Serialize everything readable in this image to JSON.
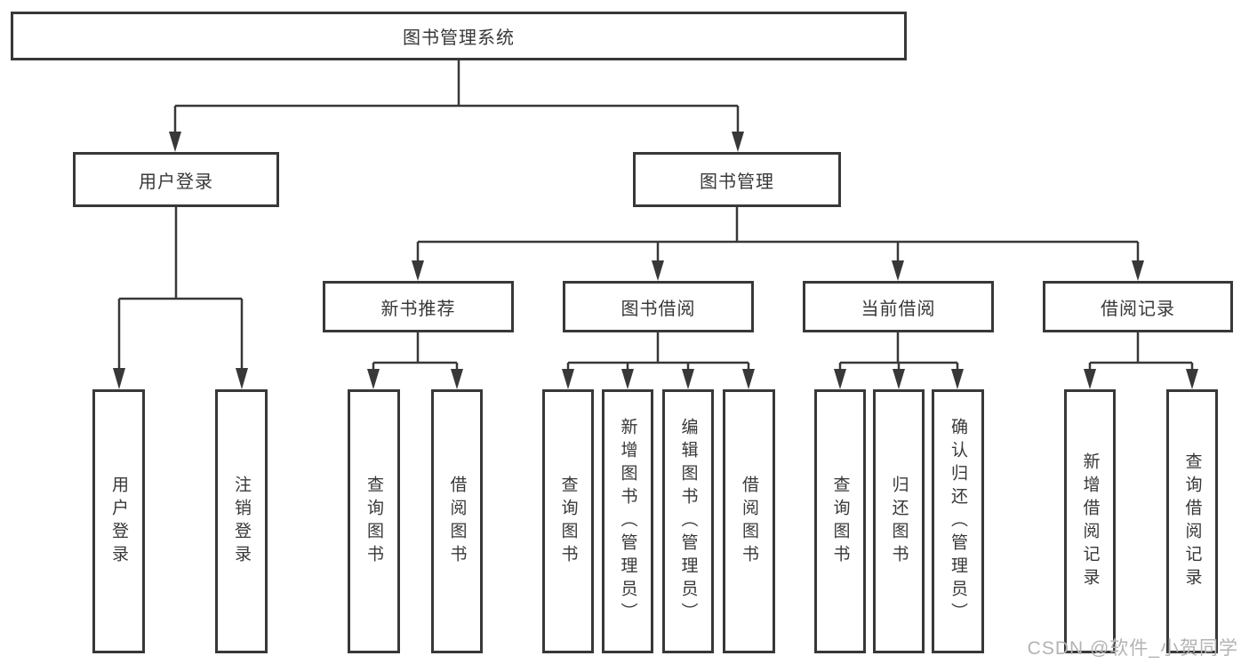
{
  "diagram": {
    "title": "图书管理系统",
    "type": "hierarchy-tree",
    "colors": {
      "line": "#383838",
      "text": "#383838",
      "watermark": "#b3b3b3",
      "background": "#ffffff"
    },
    "root": {
      "label": "图书管理系统"
    },
    "level2": [
      {
        "id": "user-login",
        "label": "用户登录",
        "parent": "root"
      },
      {
        "id": "book-management",
        "label": "图书管理",
        "parent": "root"
      }
    ],
    "level3": [
      {
        "id": "new-book-recommend",
        "label": "新书推荐",
        "parent": "book-management"
      },
      {
        "id": "book-borrowing",
        "label": "图书借阅",
        "parent": "book-management"
      },
      {
        "id": "current-borrowing",
        "label": "当前借阅",
        "parent": "book-management"
      },
      {
        "id": "borrowing-records",
        "label": "借阅记录",
        "parent": "book-management"
      }
    ],
    "level4": [
      {
        "id": "user-login-leaf",
        "label": "用户登录",
        "parent": "user-login"
      },
      {
        "id": "logout",
        "label": "注销登录",
        "parent": "user-login"
      },
      {
        "id": "nbr-query-books",
        "label": "查询图书",
        "parent": "new-book-recommend"
      },
      {
        "id": "nbr-borrow-books",
        "label": "借阅图书",
        "parent": "new-book-recommend"
      },
      {
        "id": "bb-query-books",
        "label": "查询图书",
        "parent": "book-borrowing"
      },
      {
        "id": "bb-add-books-admin",
        "label": "新增图书（管理员）",
        "parent": "book-borrowing"
      },
      {
        "id": "bb-edit-books-admin",
        "label": "编辑图书（管理员）",
        "parent": "book-borrowing"
      },
      {
        "id": "bb-borrow-books",
        "label": "借阅图书",
        "parent": "book-borrowing"
      },
      {
        "id": "cb-query-books",
        "label": "查询图书",
        "parent": "current-borrowing"
      },
      {
        "id": "cb-return-books",
        "label": "归还图书",
        "parent": "current-borrowing"
      },
      {
        "id": "cb-confirm-return-admin",
        "label": "确认归还（管理员）",
        "parent": "current-borrowing"
      },
      {
        "id": "br-add-record",
        "label": "新增借阅记录",
        "parent": "borrowing-records"
      },
      {
        "id": "br-query-record",
        "label": "查询借阅记录",
        "parent": "borrowing-records"
      }
    ],
    "watermark": {
      "text": "CSDN @软件_小贺同学"
    }
  }
}
